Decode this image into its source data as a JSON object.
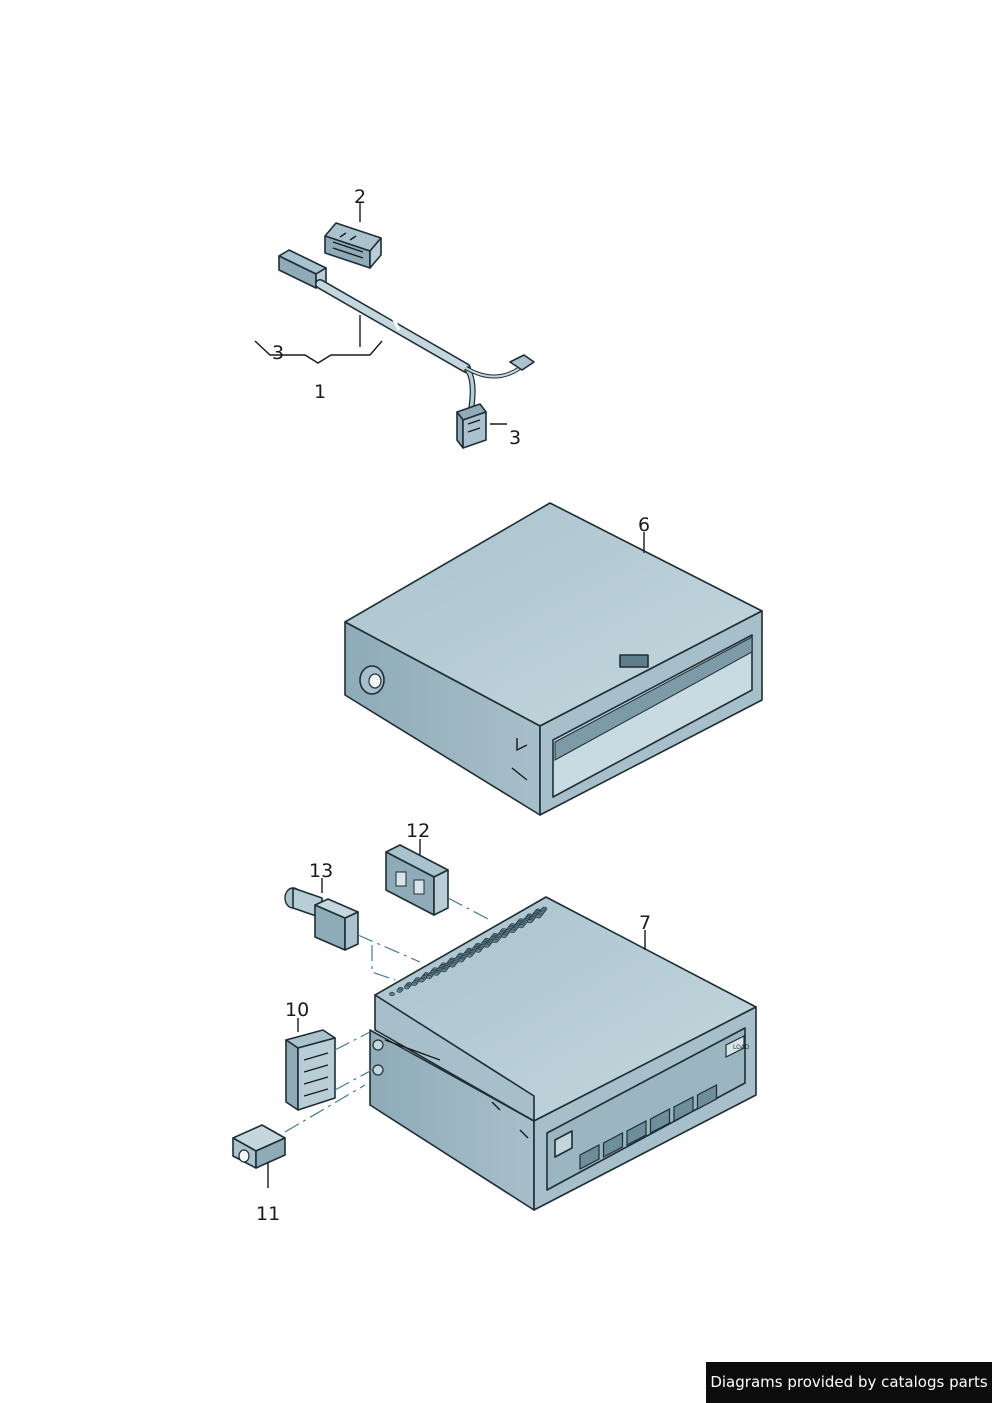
{
  "callouts": [
    {
      "id": "c2",
      "label": "2"
    },
    {
      "id": "c3a",
      "label": "3"
    },
    {
      "id": "c1",
      "label": "1"
    },
    {
      "id": "c3b",
      "label": "3"
    },
    {
      "id": "c6",
      "label": "6"
    },
    {
      "id": "c12",
      "label": "12"
    },
    {
      "id": "c13",
      "label": "13"
    },
    {
      "id": "c7",
      "label": "7"
    },
    {
      "id": "c10",
      "label": "10"
    },
    {
      "id": "c11",
      "label": "11"
    }
  ],
  "unit_button_label": "LOAD",
  "watermark": "Diagrams provided by catalogs parts",
  "colors": {
    "part_top": "#b8cdd6",
    "part_side": "#98b3bf",
    "part_dark": "#6f8e9b",
    "outline": "#1d2e35",
    "leader_dash": "#3f7f93"
  }
}
